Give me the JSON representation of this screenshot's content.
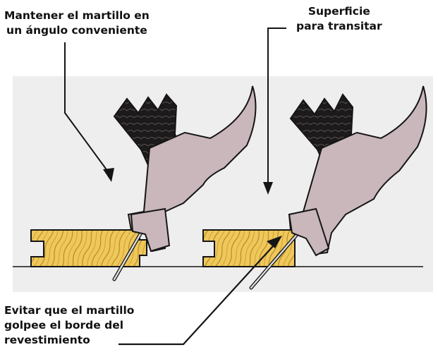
{
  "labels": {
    "angle": {
      "line1": "Mantener el martillo en",
      "line2": "un ángulo conveniente"
    },
    "surface": {
      "line1": "Superficie",
      "line2": "para transitar"
    },
    "avoid": {
      "line1": "Evitar que el martillo",
      "line2": "golpee el borde del",
      "line3": "revestimiento"
    }
  },
  "colors": {
    "background_panel": "#eeeeee",
    "hammer_head": "#c9b7bc",
    "hammer_handle": "#1c1a1a",
    "board_wood": "#f0c85a",
    "board_grain": "#b08a2e",
    "outline": "#151515"
  }
}
